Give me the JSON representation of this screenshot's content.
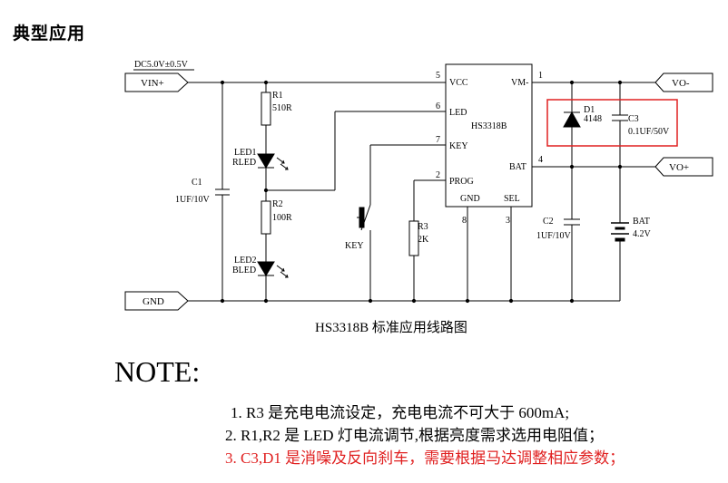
{
  "heading": "典型应用",
  "caption": "HS3318B 标准应用线路图",
  "note_title": "NOTE:",
  "notes": [
    "1. R3 是充电电流设定，充电电流不可大于 600mA;",
    "2. R1,R2 是 LED 灯电流调节,根据亮度需求选用电阻值；",
    "3. C3,D1 是消噪及反向刹车，需要根据马达调整相应参数；"
  ],
  "highlight_color": "#e02020",
  "schematic": {
    "input_spec": "DC5.0V±0.5V",
    "ports": {
      "vin": "VIN+",
      "gnd": "GND",
      "vo_minus": "VO-",
      "vo_plus": "VO+"
    },
    "ic": {
      "name": "HS3318B",
      "pins": {
        "vcc": "VCC",
        "led": "LED",
        "key": "KEY",
        "prog": "PROG",
        "gnd": "GND",
        "sel": "SEL",
        "vm": "VM-",
        "bat": "BAT"
      },
      "pin_numbers": {
        "vcc": "5",
        "led": "6",
        "key": "7",
        "prog": "2",
        "gnd": "8",
        "sel": "3",
        "vm": "1",
        "bat": "4"
      }
    },
    "r1": {
      "ref": "R1",
      "value": "510R"
    },
    "r2": {
      "ref": "R2",
      "value": "100R"
    },
    "r3": {
      "ref": "R3",
      "value": "2K"
    },
    "led1": {
      "ref": "LED1",
      "name": "RLED"
    },
    "led2": {
      "ref": "LED2",
      "name": "BLED"
    },
    "c1": {
      "ref": "C1",
      "value": "1UF/10V"
    },
    "c2": {
      "ref": "C2",
      "value": "1UF/10V"
    },
    "c3": {
      "ref": "C3",
      "value": "0.1UF/50V"
    },
    "d1": {
      "ref": "D1",
      "value": "4148"
    },
    "key": "KEY",
    "bat": {
      "ref": "BAT",
      "value": "4.2V"
    }
  }
}
